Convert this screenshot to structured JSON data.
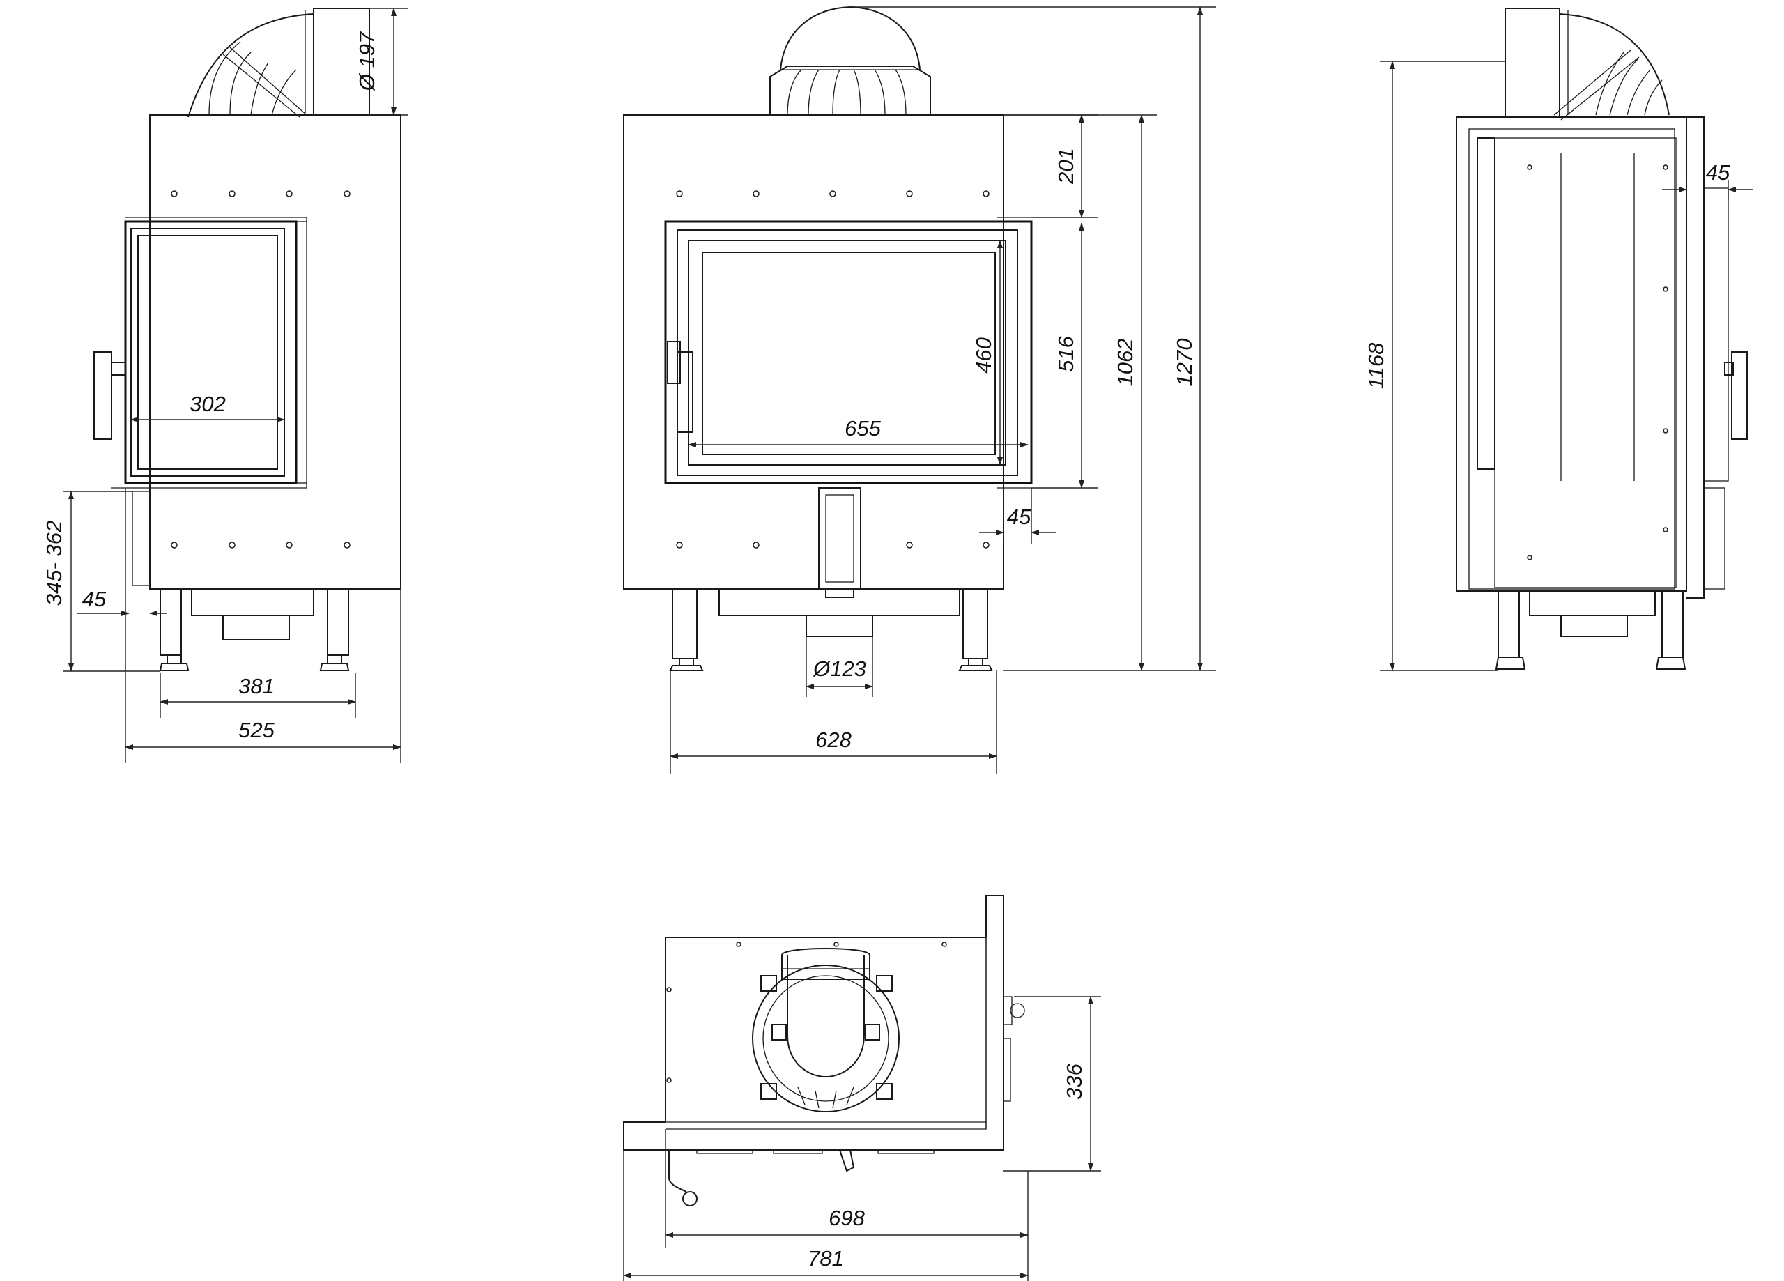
{
  "dimensions": {
    "front_left": {
      "flue_diameter": "Ø 197",
      "glass_width": "302",
      "base_height": "345- 362",
      "offset": "45",
      "legs_width": "381",
      "total_width": "525"
    },
    "front_center": {
      "top_offset": "201",
      "glass_height": "460",
      "door_height": "516",
      "body_height": "1062",
      "total_height": "1270",
      "glass_width": "655",
      "side_offset": "45",
      "air_intake": "Ø123",
      "total_width": "628"
    },
    "side_right": {
      "side_offset": "45",
      "total_height": "1168"
    },
    "top_view": {
      "depth": "336",
      "inner_width": "698",
      "total_width": "781"
    }
  },
  "colors": {
    "line": "#1a1a1a",
    "background": "#ffffff"
  }
}
